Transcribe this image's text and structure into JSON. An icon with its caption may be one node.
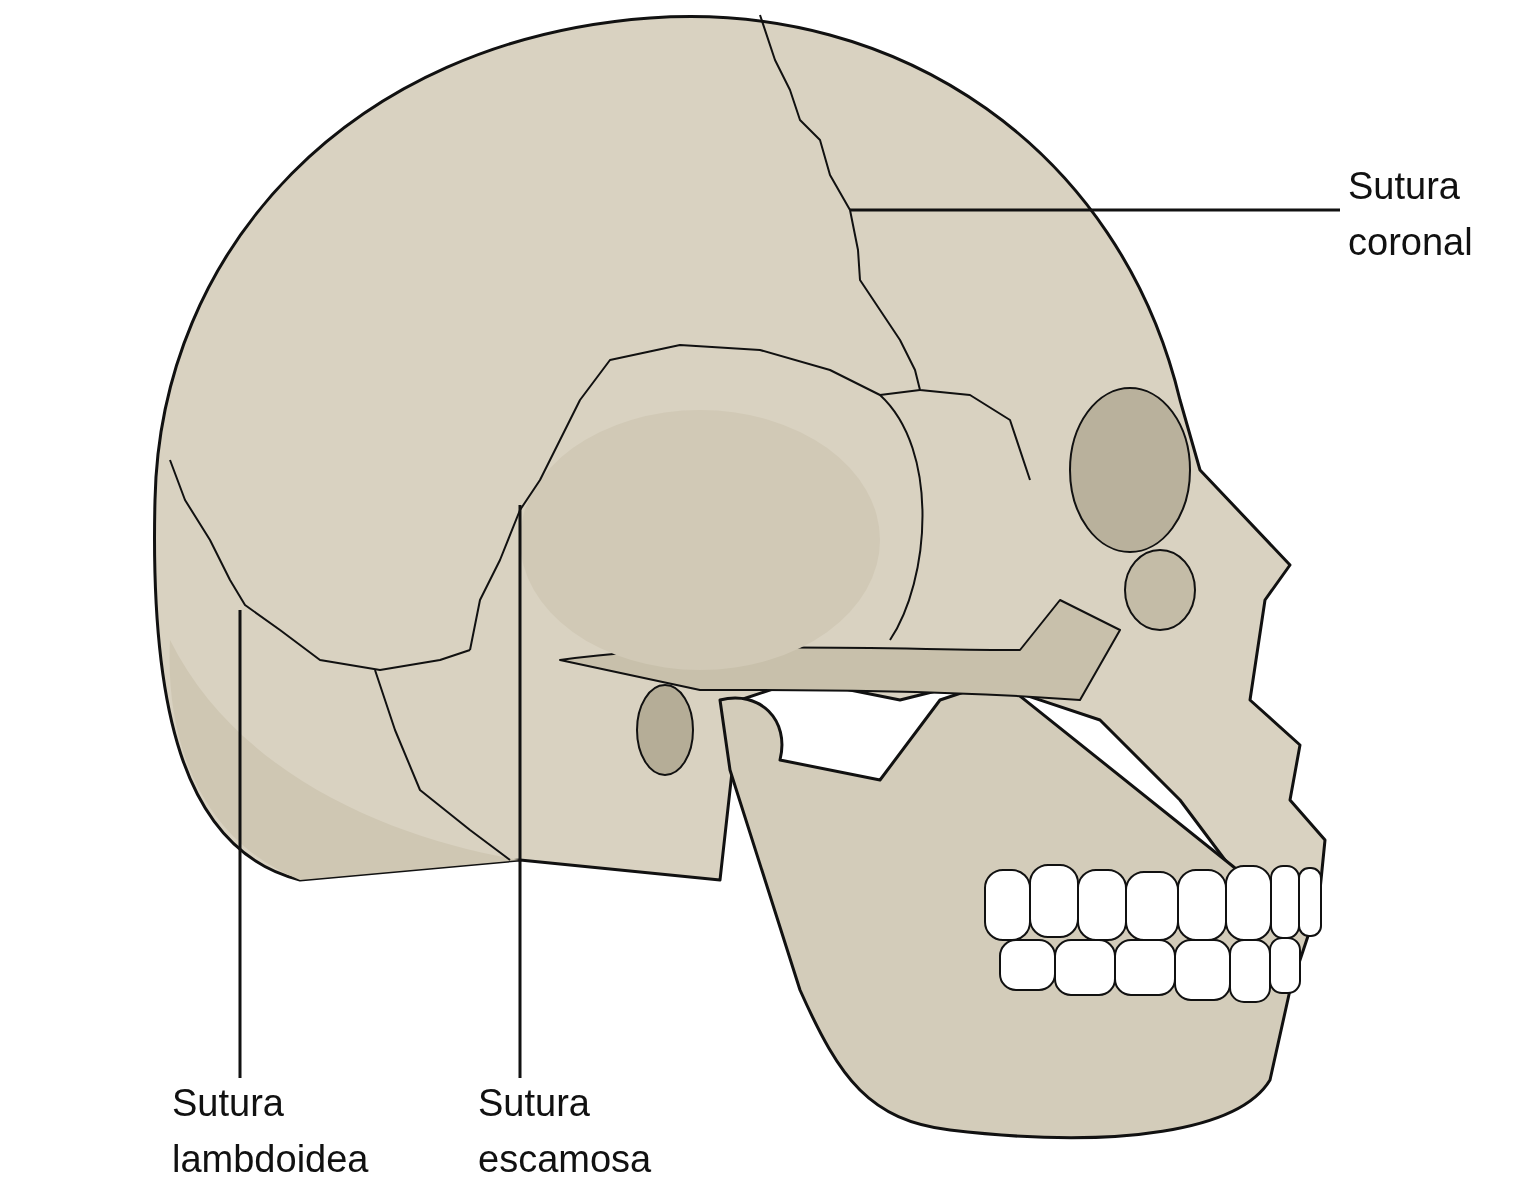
{
  "diagram": {
    "nodes": [
      {
        "text": [
          "Sutura coronal"
        ]
      },
      {
        "text": [
          "Sutura lambdoidea"
        ]
      },
      {
        "text": [
          "Sutura escamosa"
        ]
      }
    ],
    "edges": [
      {
        "from": 0,
        "to": null,
        "arrow": "none"
      },
      {
        "from": 1,
        "to": null,
        "arrow": "none"
      },
      {
        "from": 2,
        "to": null,
        "arrow": "none"
      }
    ]
  }
}
